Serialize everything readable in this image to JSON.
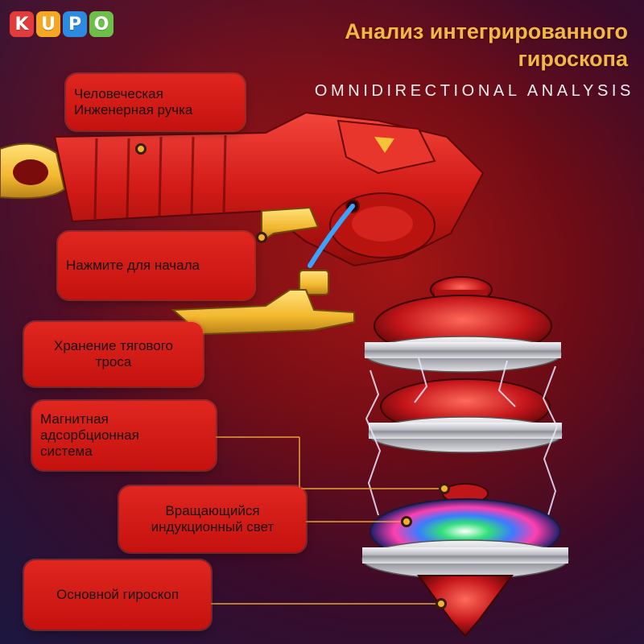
{
  "logo": {
    "letters": [
      {
        "char": "K",
        "color": "#e23b3b"
      },
      {
        "char": "U",
        "color": "#f5a623"
      },
      {
        "char": "P",
        "color": "#2c8be0"
      },
      {
        "char": "O",
        "color": "#6cc04a"
      }
    ]
  },
  "header": {
    "title": "Анализ интегрированного гироскопа",
    "title_line1": "Анализ интегрированного",
    "title_line2": "гироскопа",
    "subtitle": "OMNIDIRECTIONAL ANALYSIS"
  },
  "labels": {
    "handle": {
      "line1": "Человеческая",
      "line2": "Инженерная ручка"
    },
    "start": {
      "line1": "Нажмите для начала"
    },
    "cable": {
      "line1": "Хранение тягового",
      "line2": "троса"
    },
    "magnetic": {
      "line1": "Магнитная",
      "line2": "адсорбционная",
      "line3": "система"
    },
    "light": {
      "line1": "Вращающийся",
      "line2": "индукционный свет"
    },
    "gyro": {
      "line1": "Основной гироскоп"
    }
  },
  "colors": {
    "label_red": "#d81b16",
    "accent_gold": "#f0b22c",
    "title_gold": "#f2b744",
    "launcher_red": "#d8201c",
    "metal": "#c9c9cf"
  }
}
